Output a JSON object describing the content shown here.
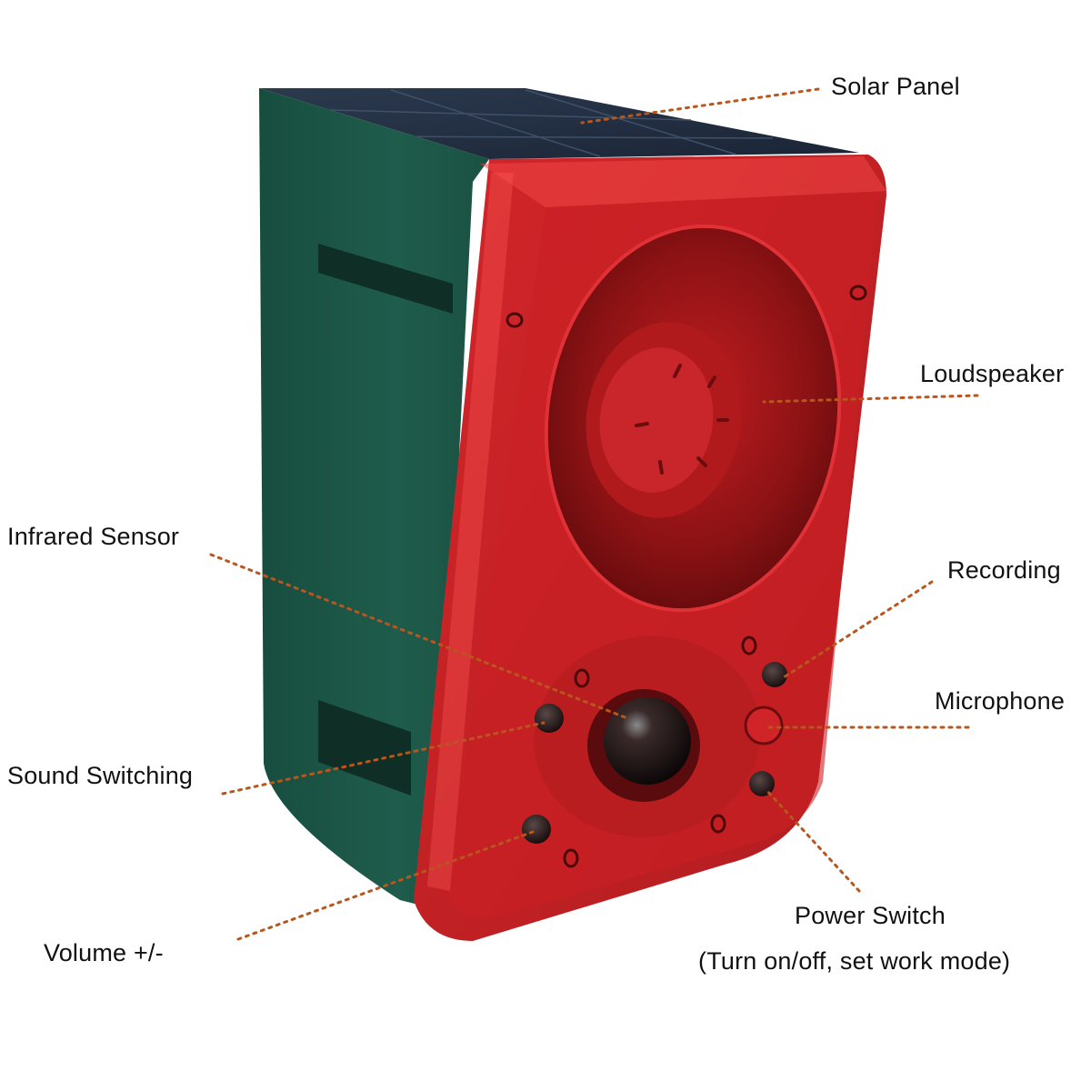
{
  "labels": {
    "solar_panel": "Solar Panel",
    "loudspeaker": "Loudspeaker",
    "infrared_sensor": "Infrared Sensor",
    "recording": "Recording",
    "microphone": "Microphone",
    "sound_switching": "Sound Switching",
    "volume": "Volume +/-",
    "power_switch": "Power Switch",
    "power_switch_note": "(Turn on/off, set work mode)"
  },
  "colors": {
    "housing_green": "#1f5a4a",
    "front_red": "#e8262a",
    "leader_line": "#b8561e"
  }
}
